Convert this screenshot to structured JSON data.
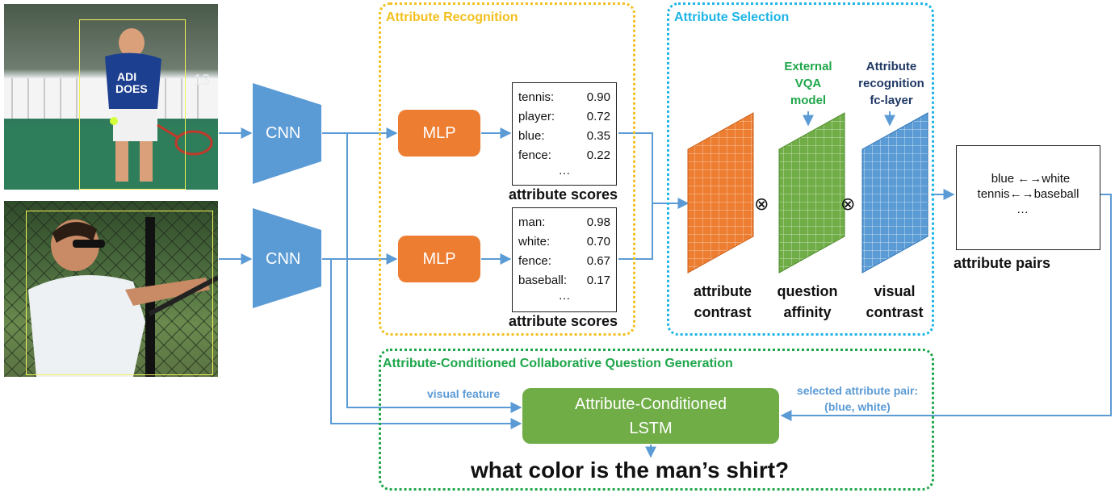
{
  "cnn_label": "CNN",
  "mlp_label": "MLP",
  "recognition": {
    "title": "Attribute Recognition",
    "scores_top": [
      {
        "attr": "tennis:",
        "score": "0.90"
      },
      {
        "attr": "player:",
        "score": "0.72"
      },
      {
        "attr": "blue:",
        "score": "0.35"
      },
      {
        "attr": "fence:",
        "score": "0.22"
      }
    ],
    "scores_bottom": [
      {
        "attr": "man:",
        "score": "0.98"
      },
      {
        "attr": "white:",
        "score": "0.70"
      },
      {
        "attr": "fence:",
        "score": "0.67"
      },
      {
        "attr": "baseball:",
        "score": "0.17"
      }
    ],
    "ellipsis": "…",
    "caption": "attribute scores"
  },
  "selection": {
    "title": "Attribute Selection",
    "external_label": [
      "External",
      "VQA",
      "model"
    ],
    "fc_label": [
      "Attribute",
      "recognition",
      "fc-layer"
    ],
    "otimes": "⊗",
    "captions": {
      "contrast": [
        "attribute",
        "contrast"
      ],
      "affinity": [
        "question",
        "affinity"
      ],
      "visual": [
        "visual",
        "contrast"
      ]
    }
  },
  "pairs": {
    "line1_left": "blue",
    "line1_right": "white",
    "line2_left": "tennis",
    "line2_right": "baseball",
    "arrow": "←→",
    "ellipsis": "…",
    "caption": "attribute pairs"
  },
  "generation": {
    "title": "Attribute-Conditioned Collaborative Question Generation",
    "visual_feature": "visual feature",
    "selected_label": "selected attribute pair:",
    "selected_value": "(blue, white)",
    "lstm_line1": "Attribute-Conditioned",
    "lstm_line2": "LSTM",
    "question": "what color is the man’s shirt?"
  },
  "colors": {
    "recognition": "#f2c01e",
    "selection": "#1eb4e6",
    "generation": "#1fa64a",
    "arrow": "#5b9bd5",
    "cnn": "#5b9bd5",
    "mlp": "#ed7d31",
    "lstm": "#70ad47",
    "orange_grid": "#ed7d31",
    "green_grid": "#70ad47",
    "blue_grid": "#5b9bd5",
    "external_label": "#1fa64a",
    "fc_label": "#1f3864"
  },
  "icons": {
    "image_top": "tennis-player-photo",
    "image_bottom": "baseball-player-photo"
  }
}
